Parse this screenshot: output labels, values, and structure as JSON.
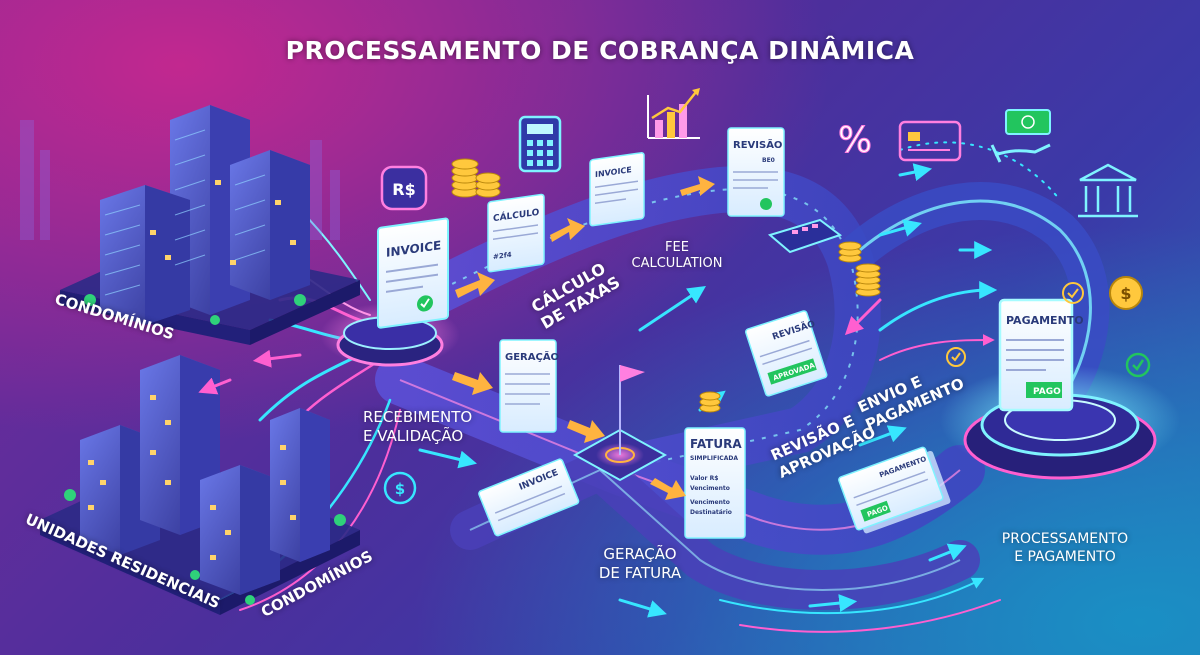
{
  "title": "PROCESSAMENTO DE COBRANÇA DINÂMICA",
  "labels": {
    "condominios_top": "CONDOMÍNIOS",
    "unidades": "UNIDADES RESIDENCIAIS",
    "condominios_bottom": "CONDOMÍNIOS",
    "recebimento_1": "RECEBIMENTO",
    "recebimento_2": "E VALIDAÇÃO",
    "calculo_1": "CÁLCULO",
    "calculo_2": "DE TAXAS",
    "fee_1": "FEE",
    "fee_2": "CALCULATION",
    "geracao_1": "GERAÇÃO",
    "geracao_2": "DE FATURA",
    "revisao_1": "REVISÃO E",
    "revisao_2": "APROVAÇÃO",
    "envio_1": "ENVIO E",
    "envio_2": "PAGAMENTO",
    "processamento_1": "PROCESSAMENTO",
    "processamento_2": "E PAGAMENTO"
  },
  "documents": {
    "invoice_main": "INVOICE",
    "calculo": "CÁLCULO",
    "calculo_code": "#2f4",
    "invoice_small": "INVOICE",
    "revisao_top": "REVISÃO",
    "revisao_top_code": "BE0",
    "geracao": "GERAÇÃO",
    "revisao_mid": "REVISÃO",
    "aprovada": "APROVADA",
    "fatura_1": "FATURA",
    "fatura_2": "SIMPLIFICADA",
    "fatura_l1": "Valor R$",
    "fatura_l2": "Vencimento",
    "fatura_l3": "Vencimento",
    "fatura_l4": "Destinatário",
    "invoice_bottom": "INVOICE",
    "pagamento_small": "PAGAMENTO",
    "pago_small": "PAGO",
    "pagamento_big": "PAGAMENTO",
    "pago_big": "PAGO"
  },
  "icons": {
    "brl_coin": "R$",
    "percent": "%"
  },
  "colors": {
    "neon_cyan": "#37e6ff",
    "neon_pink": "#ff5fd0",
    "arrow_orange": "#ffb340",
    "check_green": "#22c55e",
    "gold": "#ffc83d"
  }
}
